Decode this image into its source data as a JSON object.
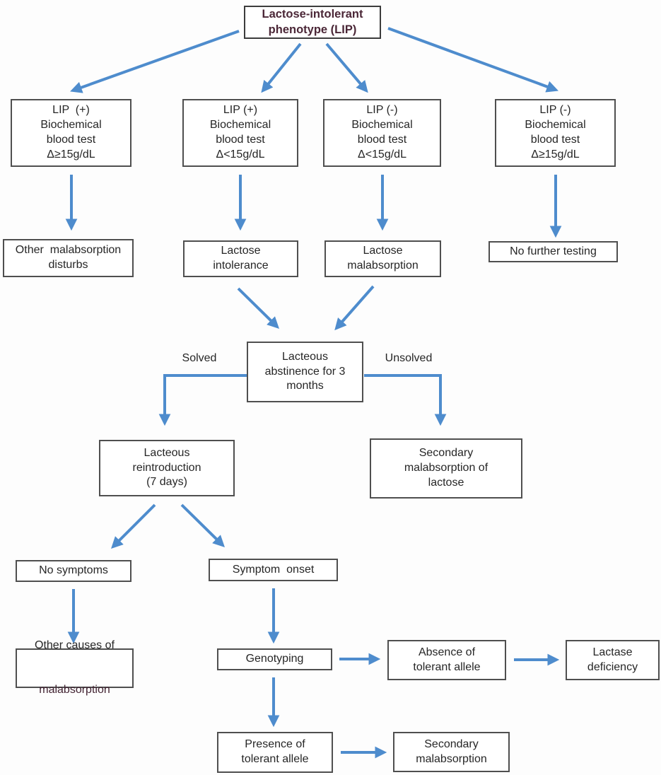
{
  "colors": {
    "arrow": "#4e8ccd",
    "box_border": "#4f4f4f",
    "text": "#262626",
    "title_text": "#4b2737",
    "accent_text": "#432433",
    "background": "#fdfdfd"
  },
  "edge_labels": {
    "solved": "Solved",
    "unsolved": "Unsolved"
  },
  "nodes": {
    "root": "Lactose-intolerant\nphenotype (LIP)",
    "lip_pos_ge15": "LIP  (+)\nBiochemical\nblood test\nΔ≥15g/dL",
    "lip_pos_lt15": "LIP (+)\nBiochemical\nblood test\nΔ<15g/dL",
    "lip_neg_lt15": "LIP (-)\nBiochemical\nblood test\nΔ<15g/dL",
    "lip_neg_ge15": "LIP (-)\nBiochemical\nblood test\nΔ≥15g/dL",
    "other_malabsorption_disturbs": "Other  malabsorption\ndisturbs",
    "lactose_intolerance": "Lactose\nintolerance",
    "lactose_malabsorption": "Lactose\nmalabsorption",
    "no_further_testing": "No further testing",
    "lacteous_abstinence": "Lacteous\nabstinence for 3\nmonths",
    "lacteous_reintroduction": "Lacteous\nreintroduction\n(7 days)",
    "secondary_malabsorption_of_lactose": "Secondary\nmalabsorption of\nlactose",
    "no_symptoms": "No symptoms",
    "symptom_onset": "Symptom  onset",
    "other_causes_line1": "Other causes of",
    "other_causes_line2": "malabsorption",
    "genotyping": "Genotyping",
    "absence_of_tolerant_allele": "Absence of\ntolerant allele",
    "lactase_deficiency": "Lactase\ndeficiency",
    "presence_of_tolerant_allele": "Presence of\ntolerant allele",
    "secondary_malabsorption": "Secondary\nmalabsorption"
  }
}
